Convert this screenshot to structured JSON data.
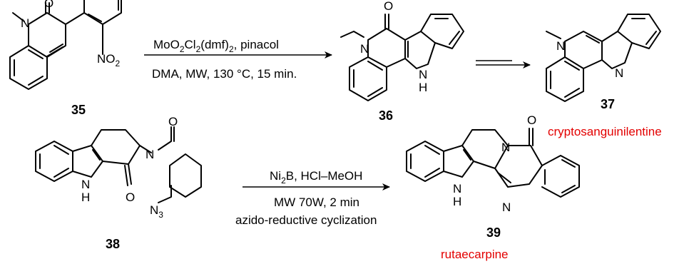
{
  "colors": {
    "text": "#000000",
    "name": "#e30000",
    "mechanism": "#0000cc"
  },
  "scheme_top": {
    "reagent_pre": "MoO",
    "reagent_sub1": "2",
    "reagent_mid": "Cl",
    "reagent_sub2": "2",
    "reagent_mid2": "(dmf)",
    "reagent_sub3": "2",
    "reagent_post": ", pinacol",
    "conditions": "DMA, MW, 130 °C, 15 min.",
    "compound_35": "35",
    "compound_36": "36",
    "compound_37": "37",
    "name_37": "cryptosanguinilentine"
  },
  "scheme_bottom": {
    "reagent_pre": "Ni",
    "reagent_sub": "2",
    "reagent_post": "B, HCl–MeOH",
    "conditions": "MW 70W, 2 min",
    "mechanism": "azido-reductive cyclization",
    "compound_38": "38",
    "compound_39": "39",
    "name_39": "rutaecarpine"
  },
  "atoms": {
    "O": "O",
    "N": "N",
    "H": "H",
    "NO": "NO",
    "NO_sub": "2",
    "N3": "N",
    "N3_sub": "3"
  }
}
